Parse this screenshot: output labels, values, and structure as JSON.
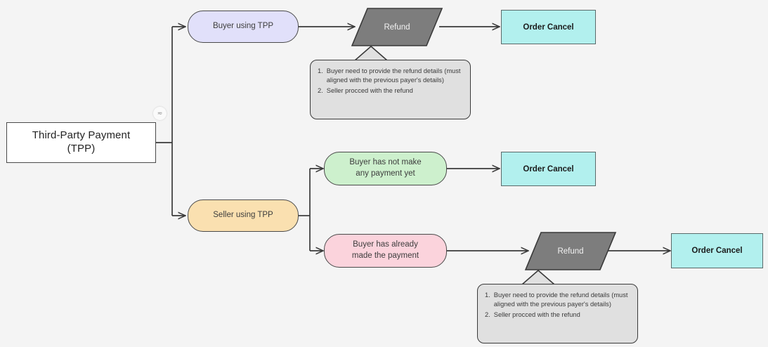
{
  "diagram": {
    "title": "Third-Party Payment (TPP) refund / order cancel flow",
    "background": "#f4f4f4",
    "edge_color": "#3a3a3a",
    "badge": {
      "glyph": "≂",
      "name": "node-marker"
    },
    "root": {
      "line1": "Third-Party Payment",
      "line2": "(TPP)"
    },
    "nodes": {
      "buyer_tpp": "Buyer using TPP",
      "seller_tpp": "Seller using TPP",
      "no_payment_l1": "Buyer has not make",
      "no_payment_l2": "any payment yet",
      "already_paid_l1": "Buyer has already",
      "already_paid_l2": "made the payment",
      "refund_top": "Refund",
      "refund_bottom": "Refund",
      "order_cancel_1": "Order Cancel",
      "order_cancel_2": "Order Cancel",
      "order_cancel_3": "Order Cancel"
    },
    "colors": {
      "lavender": "#e1e0fa",
      "green": "#cdf0cd",
      "pink": "#fbd3dc",
      "orange": "#fae0b0",
      "cyan": "#b2f0ee",
      "gray_process": "#7d7d7d",
      "callout": "#e0e0e0",
      "white": "#ffffff"
    },
    "callout_top": {
      "items": [
        {
          "num": "1.",
          "text": "Buyer need to provide the refund details (must aligned with the previous payer's details)"
        },
        {
          "num": "2.",
          "text": "Seller procced with the refund"
        }
      ]
    },
    "callout_bottom": {
      "items": [
        {
          "num": "1.",
          "text": "Buyer need to provide the refund details (must aligned with the previous payer's details)"
        },
        {
          "num": "2.",
          "text": "Seller procced with the refund"
        }
      ]
    }
  }
}
